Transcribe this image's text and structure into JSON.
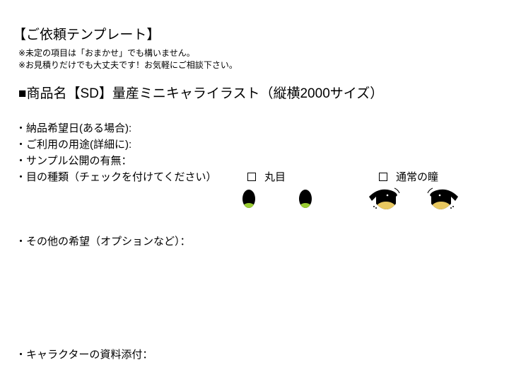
{
  "title": "【ご依頼テンプレート】",
  "notes": [
    "※未定の項目は「おまかせ」でも構いません。",
    "※お見積りだけでも大丈夫です！お気軽にご相談下さい。"
  ],
  "product_heading": "■商品名【SD】量産ミニキャライラスト（縦横2000サイズ）",
  "fields": [
    "・納品希望日(ある場合):",
    "・ご利用の用途(詳細に):",
    "・サンプル公開の有無：",
    "・目の種類（チェックを付けてください）",
    "・その他の希望（オプションなど）：",
    "・キャラクターの資料添付："
  ],
  "eye_options": [
    {
      "label": "丸目",
      "checked": false,
      "color": "#9acd32"
    },
    {
      "label": "通常の瞳",
      "checked": false,
      "color": "#e8c860"
    }
  ]
}
